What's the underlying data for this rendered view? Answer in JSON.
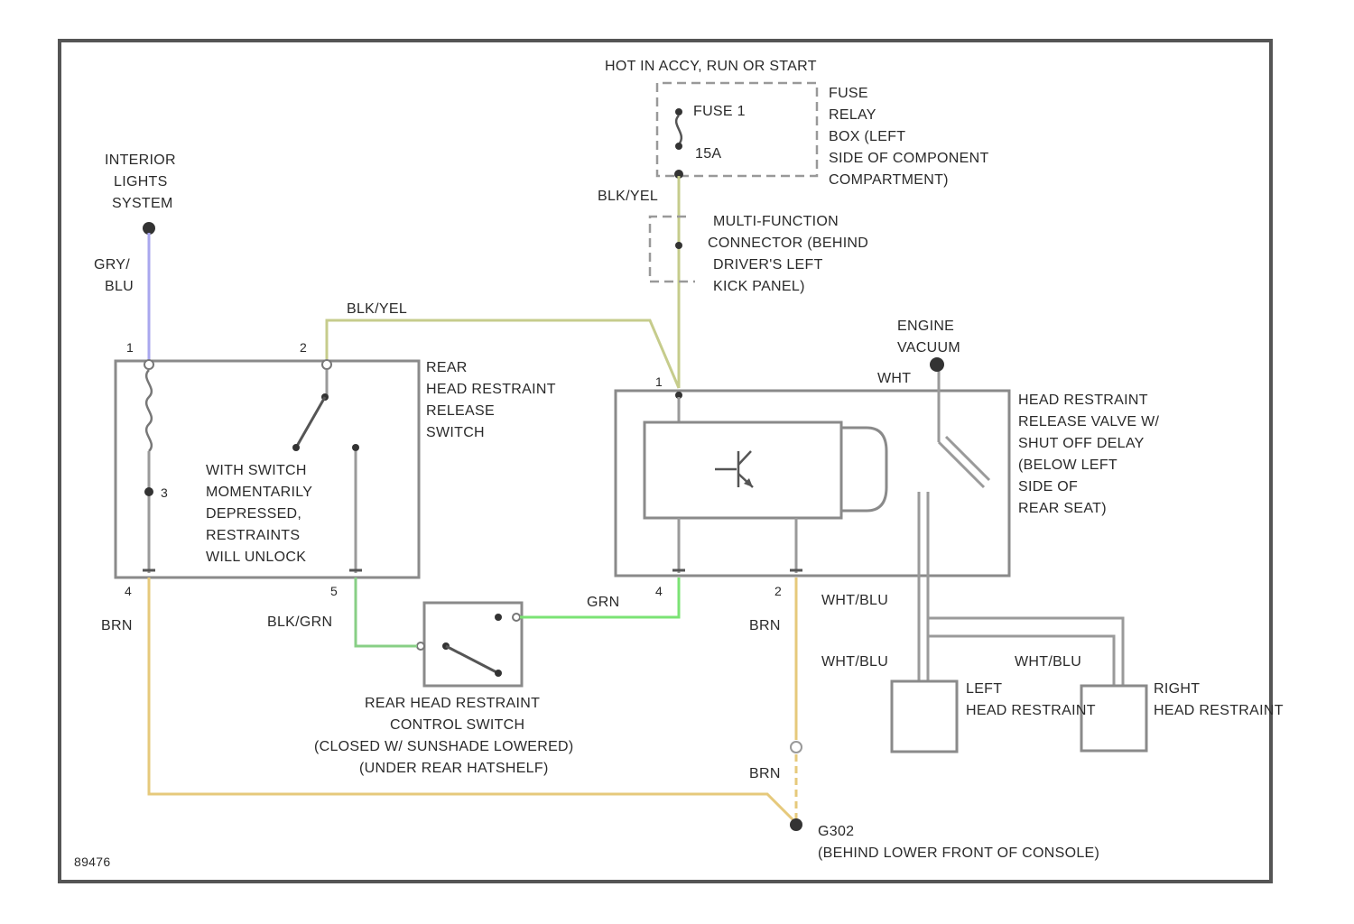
{
  "colors": {
    "wire_gry_blu": "#a9a7ee",
    "wire_blk_yel": "#c6cc8c",
    "wire_grn": "#7be374",
    "wire_blk_grn": "#88cf86",
    "wire_brn": "#e6c97b",
    "gray": "#9a9a9a",
    "frame": "#555555"
  },
  "labels": {
    "hot_in": "HOT IN ACCY, RUN OR START",
    "fuse": "FUSE 1",
    "fuse_amp": "15A",
    "fuse_relay_box": [
      "FUSE",
      "RELAY",
      "BOX (LEFT",
      "SIDE OF COMPONENT",
      "COMPARTMENT)"
    ],
    "blk_yel_top": "BLK/YEL",
    "multifunction": [
      "MULTI-FUNCTION",
      "CONNECTOR (BEHIND",
      "DRIVER'S LEFT",
      "KICK PANEL)"
    ],
    "interior_lights": [
      "INTERIOR",
      "LIGHTS",
      "SYSTEM"
    ],
    "gry_blu": [
      "GRY/",
      "BLU"
    ],
    "blk_yel_mid": "BLK/YEL",
    "rear_release_switch": [
      "REAR",
      "HEAD RESTRAINT",
      "RELEASE",
      "SWITCH"
    ],
    "switch_note": [
      "WITH SWITCH",
      "MOMENTARILY",
      "DEPRESSED,",
      "RESTRAINTS",
      "WILL UNLOCK"
    ],
    "engine_vacuum": [
      "ENGINE",
      "VACUUM"
    ],
    "wht": "WHT",
    "valve": [
      "HEAD RESTRAINT",
      "RELEASE VALVE W/",
      "SHUT OFF DELAY",
      "(BELOW LEFT",
      "SIDE OF",
      "REAR SEAT)"
    ],
    "brn_left": "BRN",
    "blk_grn": "BLK/GRN",
    "grn": "GRN",
    "brn_right": "BRN",
    "brn_lower": "BRN",
    "wht_blu_1": "WHT/BLU",
    "wht_blu_2": "WHT/BLU",
    "wht_blu_3": "WHT/BLU",
    "left_restraint": [
      "LEFT",
      "HEAD RESTRAINT"
    ],
    "right_restraint": [
      "RIGHT",
      "HEAD RESTRAINT"
    ],
    "control_switch": [
      "REAR HEAD RESTRAINT",
      "CONTROL SWITCH",
      "(CLOSED W/ SUNSHADE LOWERED)",
      "(UNDER REAR HATSHELF)"
    ],
    "ground": [
      "G302",
      "(BEHIND LOWER FRONT OF CONSOLE)"
    ],
    "figure_id": "89476"
  },
  "pins": {
    "sw_1": "1",
    "sw_2": "2",
    "sw_3": "3",
    "sw_4": "4",
    "sw_5": "5",
    "v_1": "1",
    "v_4": "4",
    "v_2": "2"
  }
}
